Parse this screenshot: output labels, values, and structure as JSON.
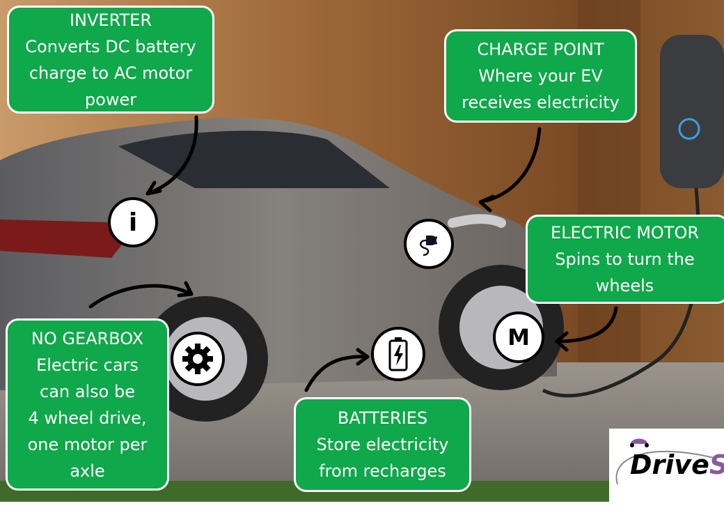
{
  "callouts": {
    "inverter": {
      "title": "INVERTER",
      "lines": [
        "Converts DC battery",
        "charge to AC motor",
        "power"
      ]
    },
    "charge_point": {
      "title": "CHARGE POINT",
      "lines": [
        "Where your EV",
        "receives electricity"
      ]
    },
    "electric_motor": {
      "title": "ELECTRIC MOTOR",
      "lines": [
        "Spins to turn the",
        "wheels"
      ]
    },
    "no_gearbox": {
      "title": "NO GEARBOX",
      "lines": [
        "Electric cars",
        "can also be",
        "4 wheel drive,",
        "one motor per",
        "axle"
      ]
    },
    "batteries": {
      "title": "BATTERIES",
      "lines": [
        "Store electricity",
        "from recharges"
      ]
    }
  },
  "icons": {
    "inverter": {
      "name": "info-icon",
      "glyph": "i"
    },
    "charge_point": {
      "name": "plug-icon"
    },
    "motor": {
      "name": "motor-icon",
      "glyph": "M"
    },
    "gearbox": {
      "name": "gear-icon"
    },
    "battery": {
      "name": "battery-icon"
    }
  },
  "logo": {
    "text_dark": "Drive",
    "text_accent": "Sm"
  },
  "colors": {
    "callout_green": "#0fa84a",
    "logo_purple": "#8a5aa0"
  }
}
